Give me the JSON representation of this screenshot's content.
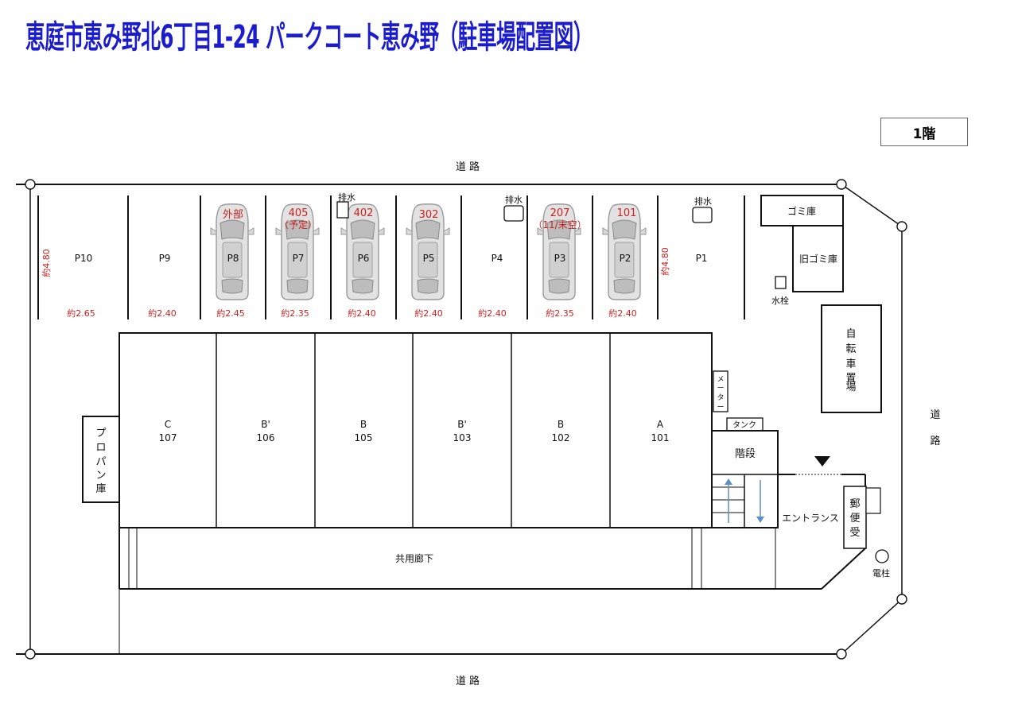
{
  "title": "恵庭市恵み野北6丁目1-24 パークコート恵み野（駐車場配置図）",
  "floor": "1階",
  "road": {
    "top": "道 路",
    "bottom": "道 路",
    "right_1": "道",
    "right_2": "路"
  },
  "depth_labels": {
    "left": "約4.80",
    "right": "約4.80"
  },
  "parking": [
    {
      "name": "P10",
      "width": "約2.65",
      "status": [],
      "car": false
    },
    {
      "name": "P9",
      "width": "約2.40",
      "status": [],
      "car": false
    },
    {
      "name": "P8",
      "width": "約2.45",
      "status": [
        "外部"
      ],
      "car": true
    },
    {
      "name": "P7",
      "width": "約2.35",
      "status": [
        "405",
        "（予定）"
      ],
      "car": true
    },
    {
      "name": "P6",
      "width": "約2.40",
      "status": [
        "402"
      ],
      "car": true
    },
    {
      "name": "P5",
      "width": "約2.40",
      "status": [
        "302"
      ],
      "car": true
    },
    {
      "name": "P4",
      "width": "約2.40",
      "status": [],
      "car": false
    },
    {
      "name": "P3",
      "width": "約2.35",
      "status": [
        "207",
        "（11/末空）"
      ],
      "car": true
    },
    {
      "name": "P2",
      "width": "約2.40",
      "status": [
        "101"
      ],
      "car": true
    },
    {
      "name": "P1",
      "width": "",
      "status": [],
      "car": false
    }
  ],
  "drains": {
    "a": "排水",
    "b": "排水",
    "c": "排水"
  },
  "units": [
    {
      "type": "C",
      "room": "107"
    },
    {
      "type": "B'",
      "room": "106"
    },
    {
      "type": "B",
      "room": "105"
    },
    {
      "type": "B'",
      "room": "103"
    },
    {
      "type": "B",
      "room": "102"
    },
    {
      "type": "A",
      "room": "101"
    }
  ],
  "facilities": {
    "garbage": "ゴミ庫",
    "old_garbage": "旧ゴミ庫",
    "hydrant": "水栓",
    "bicycle": [
      "自",
      "転",
      "車",
      "置",
      "場"
    ],
    "meter": [
      "メ",
      "ー",
      "タ",
      "ー"
    ],
    "tank": "タンク",
    "stairs": "階段",
    "entrance": "エントランス",
    "mailbox": [
      "郵",
      "便",
      "受"
    ],
    "propane": [
      "プ",
      "ロ",
      "パ",
      "ン",
      "庫"
    ],
    "corridor": "共用廊下",
    "pole": "電柱"
  },
  "colors": {
    "title": "#1c1ccf",
    "status": "#cc1f1f",
    "arrow": "#5b8fc7"
  }
}
